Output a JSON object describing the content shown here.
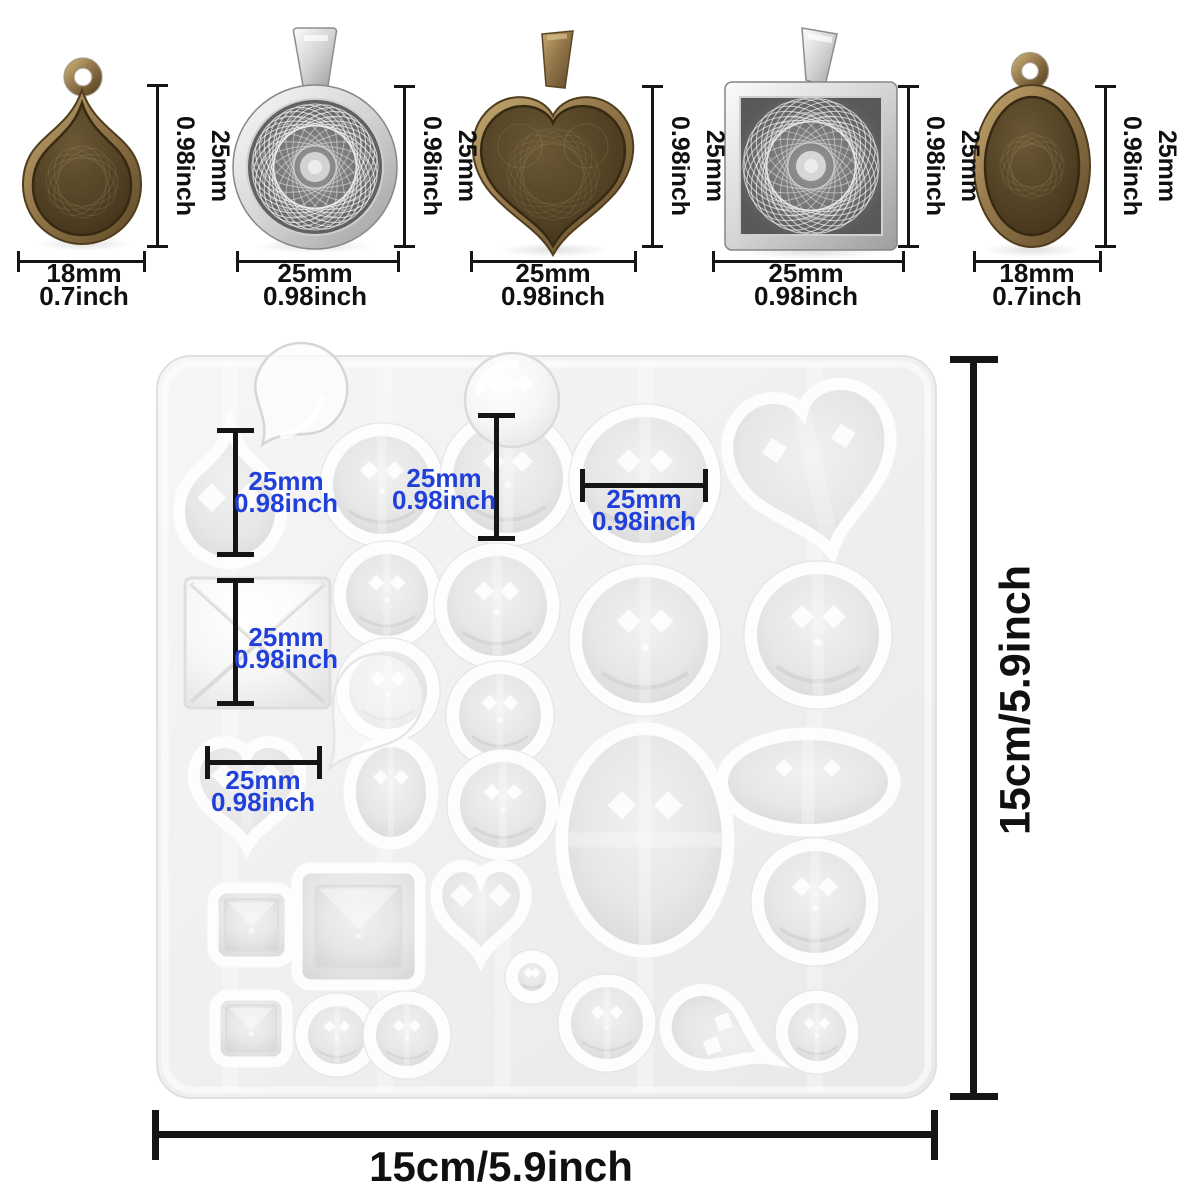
{
  "colors": {
    "dimension_line": "#151515",
    "label_blue": "#2140d9",
    "bronze": "#8a6f3e",
    "silver": "#c9c9c9",
    "mold_white": "#efefef"
  },
  "pendants": [
    {
      "name": "teardrop-bezel",
      "material": "bronze",
      "height_mm": "25mm",
      "height_inch": "0.98inch",
      "width_line1": "18mm",
      "width_line2": "0.7inch"
    },
    {
      "name": "round-bezel",
      "material": "silver",
      "height_mm": "25mm",
      "height_inch": "0.98inch",
      "width_line1": "25mm",
      "width_line2": "0.98inch"
    },
    {
      "name": "heart-bezel",
      "material": "bronze",
      "height_mm": "25mm",
      "height_inch": "0.98inch",
      "width_line1": "25mm",
      "width_line2": "0.98inch"
    },
    {
      "name": "square-bezel",
      "material": "silver",
      "height_mm": "25mm",
      "height_inch": "0.98inch",
      "width_line1": "25mm",
      "width_line2": "0.98inch"
    },
    {
      "name": "oval-bezel",
      "material": "bronze",
      "height_mm": "25mm",
      "height_inch": "0.98inch",
      "width_line1": "18mm",
      "width_line2": "0.7inch"
    }
  ],
  "mold": {
    "cavity_labels": [
      {
        "mm": "25mm",
        "inch": "0.98inch"
      },
      {
        "mm": "25mm",
        "inch": "0.98inch"
      },
      {
        "mm": "25mm",
        "inch": "0.98inch"
      },
      {
        "mm": "25mm",
        "inch": "0.98inch"
      },
      {
        "mm": "25mm",
        "inch": "0.98inch"
      }
    ],
    "height_label": "15cm/5.9inch",
    "width_label": "15cm/5.9inch"
  }
}
